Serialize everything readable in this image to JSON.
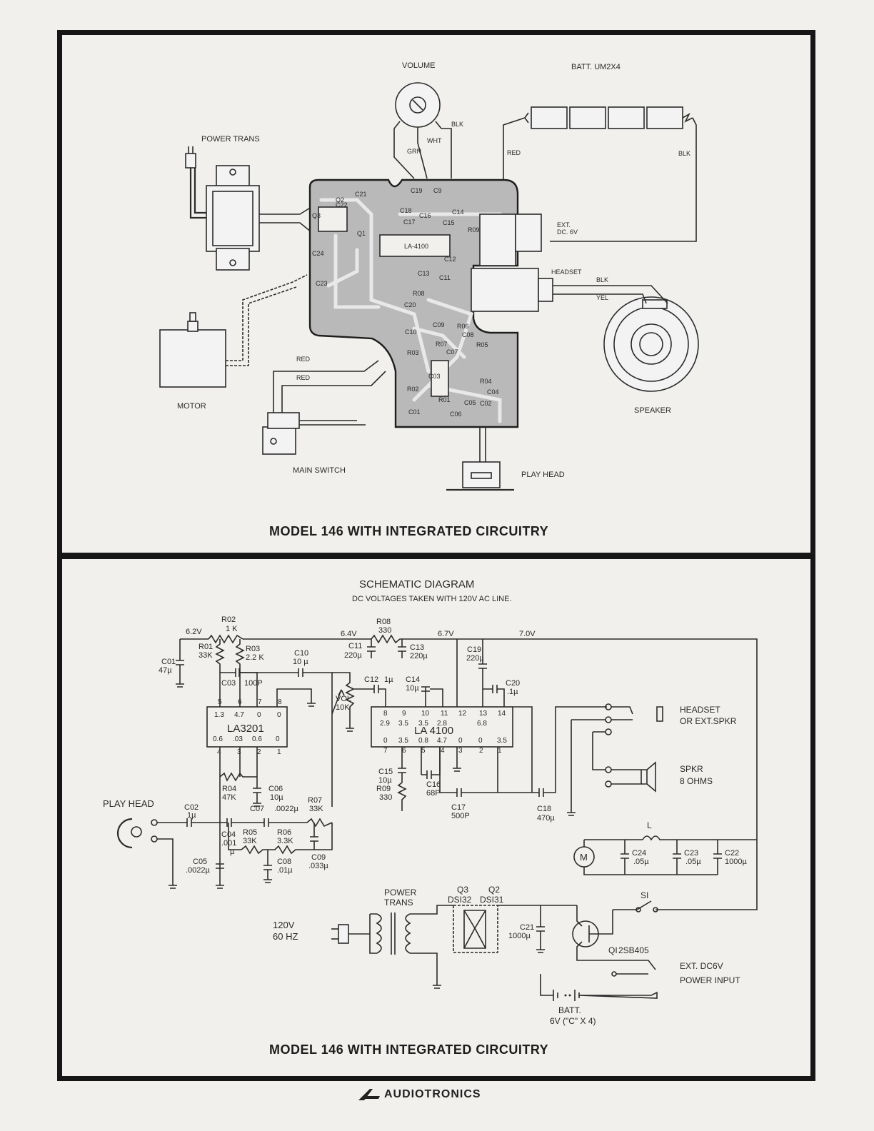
{
  "top_panel": {
    "labels": {
      "volume": "VOLUME",
      "batt": "BATT. UM2X4",
      "power_trans": "POWER TRANS",
      "grn": "GRN",
      "wht": "WHT",
      "blk_vol": "BLK",
      "red_batt": "RED",
      "blk_batt": "BLK",
      "ext_dc": "EXT.",
      "ext_dc2": "DC. 6V",
      "headset": "HEADSET",
      "blk_spk": "BLK",
      "yel_spk": "YEL",
      "motor": "MOTOR",
      "red1": "RED",
      "red2": "RED",
      "speaker": "SPEAKER",
      "main_switch": "MAIN SWITCH",
      "play_head": "PLAY HEAD",
      "ic_la4100": "LA-4100"
    },
    "pcb_refs": [
      "C21",
      "C19",
      "C9",
      "C18",
      "C17",
      "C16",
      "C15",
      "C14",
      "C13",
      "C12",
      "C11",
      "C20",
      "C24",
      "C23",
      "C22",
      "Q3",
      "Q2",
      "Q1",
      "R09",
      "R08",
      "C10",
      "C09",
      "R06",
      "C08",
      "R03",
      "R07",
      "C07",
      "R05",
      "C03",
      "C04",
      "R04",
      "R02",
      "R01",
      "C05",
      "C06",
      "C02",
      "C01"
    ],
    "title": "MODEL 146 WITH INTEGRATED CIRCUITRY"
  },
  "bottom_panel": {
    "heading": "SCHEMATIC DIAGRAM",
    "subheading": "DC VOLTAGES TAKEN WITH 120V AC LINE.",
    "voltages": {
      "v62": "6.2V",
      "v64": "6.4V",
      "v67": "6.7V",
      "v70": "7.0V"
    },
    "components": {
      "r02": "R02",
      "r02v": "1 K",
      "r01": "R01",
      "r01v": "33K",
      "r03": "R03",
      "r03v": "2.2 K",
      "c01": "C01",
      "c01v": "47µ",
      "c03": "C03",
      "c03v": "100P",
      "c10": "C10",
      "c10v": "10 µ",
      "r08": "R08",
      "r08v": "330",
      "c11": "C11",
      "c11v": "220µ",
      "c13": "C13",
      "c13v": "220µ",
      "c19": "C19",
      "c19v": "220µ",
      "c20": "C20",
      "c20v": ".1µ",
      "c12": "C12",
      "c12v": "1µ",
      "c14": "C14",
      "c14v": "10µ",
      "vol": "VOL",
      "volv": "10K",
      "r04": "R04",
      "r04v": "47K",
      "c06": "C06",
      "c06v": "10µ",
      "c02": "C02",
      "c02v": "1µ",
      "c07": "C07",
      "c07v": ".0022µ",
      "r07": "R07",
      "r07v": "33K",
      "c04": "C04",
      "c04v": ".001",
      "c04u": "µ",
      "r05": "R05",
      "r05v": "33K",
      "r06": "R06",
      "r06v": "3.3K",
      "c05": "C05",
      "c05v": ".0022µ",
      "c08": "C08",
      "c08v": ".01µ",
      "c09": "C09",
      "c09v": ".033µ",
      "c15": "C15",
      "c15v": "10µ",
      "r09": "R09",
      "r09v": "330",
      "c16": "C16",
      "c16v": "68P",
      "c17": "C17",
      "c17v": "500P",
      "c18": "C18",
      "c18v": "470µ",
      "l": "L",
      "c24": "C24",
      "c24v": ".05µ",
      "c23": "C23",
      "c23v": ".05µ",
      "c22": "C22",
      "c22v": "1000µ",
      "m": "M",
      "s1": "SI",
      "q3": "Q3",
      "q3v": "DSI32",
      "q2": "Q2",
      "q2v": "DSI31",
      "c21": "C21",
      "c21v": "1000µ",
      "q1": "QI",
      "q1v": "2SB405"
    },
    "ic1": {
      "name": "LA3201",
      "top_pins": [
        "5",
        "6",
        "7",
        "8"
      ],
      "top_volts": [
        "1.3",
        "4.7",
        "0",
        "0"
      ],
      "bottom_volts": [
        "0.6",
        ".03",
        "0.6",
        "0"
      ],
      "bottom_pins": [
        "4",
        "3",
        "2",
        "1"
      ]
    },
    "ic2": {
      "name": "LA 4100",
      "top_pins": [
        "8",
        "9",
        "10",
        "11",
        "12",
        "13",
        "14"
      ],
      "top_volts": [
        "2.9",
        "3.5",
        "3.5",
        "2.8",
        "",
        "6.8",
        ""
      ],
      "bottom_volts": [
        "0",
        "3.5",
        "0.8",
        "4.7",
        "0",
        "0",
        "3.5"
      ],
      "bottom_pins": [
        "7",
        "6",
        "5",
        "4",
        "3",
        "2",
        "1"
      ]
    },
    "labels": {
      "play_head": "PLAY HEAD",
      "headset1": "HEADSET",
      "headset2": "OR EXT.SPKR",
      "spkr1": "SPKR",
      "spkr2": "8 OHMS",
      "power1": "POWER",
      "power2": "TRANS",
      "ac1": "120V",
      "ac2": "60 HZ",
      "extdc1": "EXT. DC6V",
      "extdc2": "POWER INPUT",
      "batt1": "BATT.",
      "batt2": "6V (\"C\" X 4)"
    },
    "title": "MODEL 146 WITH INTEGRATED CIRCUITRY"
  },
  "footer": {
    "brand": "AUDIOTRONICS"
  }
}
